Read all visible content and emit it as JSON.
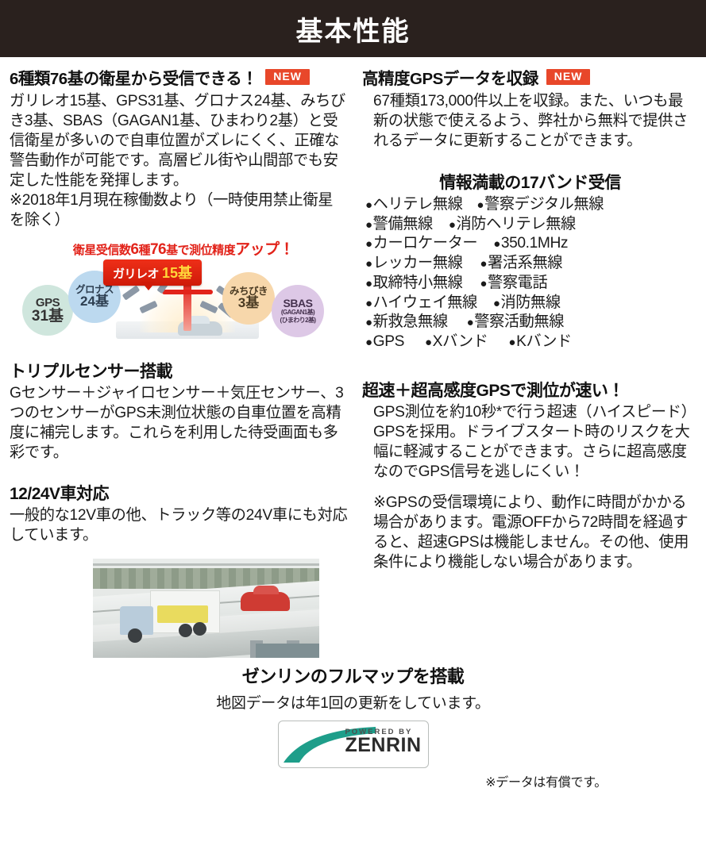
{
  "header": {
    "title": "基本性能"
  },
  "left": {
    "satellite_section": {
      "heading": "6種類76基の衛星から受信できる！",
      "badge": "NEW",
      "paragraph": "ガリレオ15基、GPS31基、グロナス24基、みちびき3基、SBAS（GAGAN1基、ひまわり2基）と受信衛星が多いので自車位置がズレにくく、正確な警告動作が可能です。高層ビル街や山間部でも安定した性能を発揮します。",
      "note": "※2018年1月現在稼働数より（一時使用禁止衛星を除く）"
    },
    "infographic": {
      "title_pre": "衛星受信数",
      "title_big1": "6",
      "title_mid1": "種",
      "title_big2": "76",
      "title_mid2": "基で測位精度",
      "title_end": "アップ！",
      "galileo_name": "ガリレオ",
      "galileo_count": "15基",
      "bubbles": [
        {
          "name": "GPS",
          "count": "31基",
          "color": "#cfe6dd"
        },
        {
          "name": "グロナス",
          "count": "24基",
          "color": "#bcd9ef"
        },
        {
          "name": "みちびき",
          "count": "3基",
          "color": "#f7d7ab"
        },
        {
          "name": "SBAS",
          "sub1": "(GAGAN1基)",
          "sub2": "(ひまわり2基)",
          "color": "#ddc8e6"
        }
      ]
    },
    "triple_sensor": {
      "heading": "トリプルセンサー搭載",
      "paragraph": "Gセンサー＋ジャイロセンサー＋気圧センサー、3つのセンサーがGPS未測位状態の自車位置を高精度に補完します。これらを利用した待受画面も多彩です。"
    },
    "voltage": {
      "heading": "12/24V車対応",
      "paragraph": "一般的な12V車の他、トラック等の24V車にも対応しています。"
    }
  },
  "right": {
    "gps_data_section": {
      "heading": "高精度GPSデータを収録",
      "badge": "NEW",
      "paragraph": "67種類173,000件以上を収録。また、いつも最新の状態で使えるよう、弊社から無料で提供されるデータに更新することができます。"
    },
    "band_section": {
      "heading": "情報満載の17バンド受信",
      "rows": [
        [
          "ヘリテレ無線",
          "警察デジタル無線"
        ],
        [
          "警備無線",
          "消防ヘリテレ無線"
        ],
        [
          "カーロケーター",
          "350.1MHz"
        ],
        [
          "レッカー無線",
          "署活系無線"
        ],
        [
          "取締特小無線",
          "警察電話"
        ],
        [
          "ハイウェイ無線",
          "消防無線"
        ],
        [
          "新救急無線",
          "警察活動無線"
        ],
        [
          "GPS",
          "Xバンド",
          "Kバンド"
        ]
      ]
    },
    "fast_gps_section": {
      "heading": "超速＋超高感度GPSで測位が速い！",
      "paragraph": "GPS測位を約10秒*で行う超速（ハイスピード）GPSを採用。ドライブスタート時のリスクを大幅に軽減することができます。さらに超高感度なのでGPS信号を逃しにくい！",
      "note": "※GPSの受信環境により、動作に時間がかかる場合があります。電源OFFから72時間を経過すると、超速GPSは機能しません。その他、使用条件により機能しない場合があります。"
    }
  },
  "footer": {
    "title": "ゼンリンのフルマップを搭載",
    "subtitle": "地図データは年1回の更新をしています。",
    "logo_powered": "POWERED BY",
    "logo_name": "ZENRIN",
    "note": "※データは有償です。"
  },
  "colors": {
    "header_bg": "#2a211e",
    "badge_new": "#e8472a",
    "accent_red": "#e2231a",
    "zenrin_green": "#1e9e8a"
  }
}
